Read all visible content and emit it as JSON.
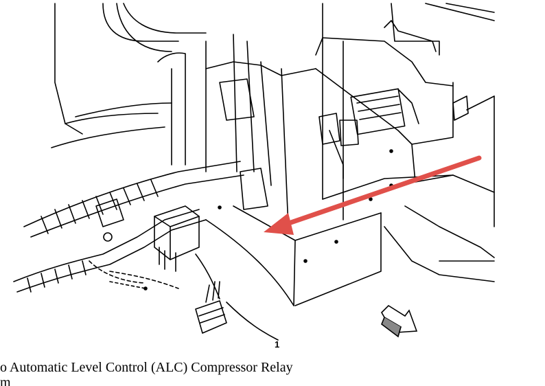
{
  "callout": {
    "number": "1"
  },
  "caption": {
    "prefix": "o",
    "text": "Automatic Level Control (ALC) Compressor Relay",
    "cutoff_line": "m"
  },
  "colors": {
    "arrow": "#e0504a",
    "line": "#000000",
    "background": "#ffffff"
  },
  "icons": [
    "arrow-pointer",
    "direction-arrow-icon"
  ]
}
